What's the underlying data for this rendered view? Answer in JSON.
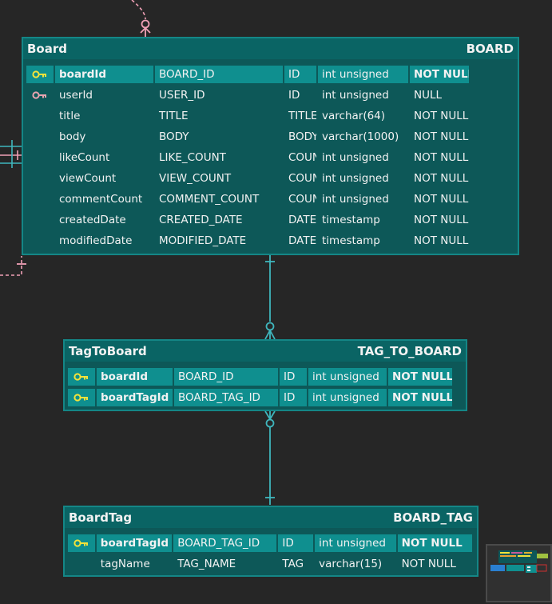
{
  "colors": {
    "background": "#262626",
    "entity_fill": "#0d5858",
    "entity_border": "#148686",
    "pk_row": "#0f8f8f",
    "relation_line": "#3fb6bd",
    "dashed_relation": "#f0a0b6",
    "pk_key_icon": "#f2e23a",
    "fk_key_icon": "#e8a4b0"
  },
  "entities": {
    "board": {
      "logical_name": "Board",
      "physical_name": "BOARD",
      "columns": [
        {
          "key": "pk",
          "logical": "boardId",
          "physical": "BOARD_ID",
          "domain": "ID",
          "type": "int unsigned",
          "nullability": "NOT NULL"
        },
        {
          "key": "fk",
          "logical": "userId",
          "physical": "USER_ID",
          "domain": "ID",
          "type": "int unsigned",
          "nullability": "NULL"
        },
        {
          "key": "",
          "logical": "title",
          "physical": "TITLE",
          "domain": "TITLE",
          "type": "varchar(64)",
          "nullability": "NOT NULL"
        },
        {
          "key": "",
          "logical": "body",
          "physical": "BODY",
          "domain": "BODY",
          "type": "varchar(1000)",
          "nullability": "NOT NULL"
        },
        {
          "key": "",
          "logical": "likeCount",
          "physical": "LIKE_COUNT",
          "domain": "COUNT",
          "type": "int unsigned",
          "nullability": "NOT NULL"
        },
        {
          "key": "",
          "logical": "viewCount",
          "physical": "VIEW_COUNT",
          "domain": "COUNT",
          "type": "int unsigned",
          "nullability": "NOT NULL"
        },
        {
          "key": "",
          "logical": "commentCount",
          "physical": "COMMENT_COUNT",
          "domain": "COUNT",
          "type": "int unsigned",
          "nullability": "NOT NULL"
        },
        {
          "key": "",
          "logical": "createdDate",
          "physical": "CREATED_DATE",
          "domain": "DATE",
          "type": "timestamp",
          "nullability": "NOT NULL"
        },
        {
          "key": "",
          "logical": "modifiedDate",
          "physical": "MODIFIED_DATE",
          "domain": "DATE",
          "type": "timestamp",
          "nullability": "NOT NULL"
        }
      ]
    },
    "tag_to_board": {
      "logical_name": "TagToBoard",
      "physical_name": "TAG_TO_BOARD",
      "columns": [
        {
          "key": "pk",
          "logical": "boardId",
          "physical": "BOARD_ID",
          "domain": "ID",
          "type": "int unsigned",
          "nullability": "NOT NULL"
        },
        {
          "key": "pk",
          "logical": "boardTagId",
          "physical": "BOARD_TAG_ID",
          "domain": "ID",
          "type": "int unsigned",
          "nullability": "NOT NULL"
        }
      ]
    },
    "board_tag": {
      "logical_name": "BoardTag",
      "physical_name": "BOARD_TAG",
      "columns": [
        {
          "key": "pk",
          "logical": "boardTagId",
          "physical": "BOARD_TAG_ID",
          "domain": "ID",
          "type": "int unsigned",
          "nullability": "NOT NULL"
        },
        {
          "key": "",
          "logical": "tagName",
          "physical": "TAG_NAME",
          "domain": "TAG",
          "type": "varchar(15)",
          "nullability": "NOT NULL"
        }
      ]
    }
  }
}
